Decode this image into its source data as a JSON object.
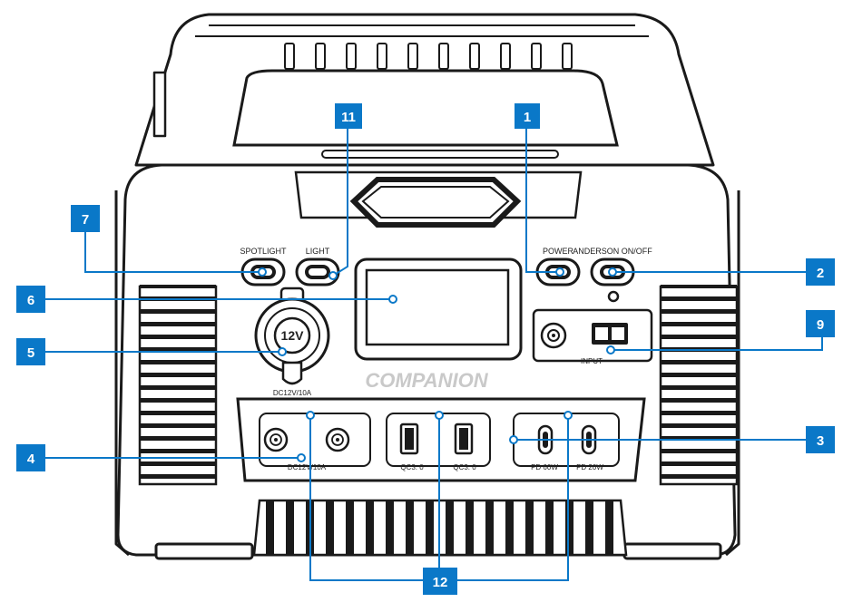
{
  "brand": "COMPANION",
  "colors": {
    "callout_blue": "#0a78c8",
    "outline": "#1a1a1a",
    "body_fill": "#ffffff",
    "brand_text": "#c9c9c9"
  },
  "buttons": {
    "spotlight": "SPOTLIGHT",
    "light": "LIGHT",
    "power": "POWER",
    "anderson": "ANDERSON ON/OFF"
  },
  "socket_12v": {
    "label": "12V",
    "rating": "DC12V/10A"
  },
  "input_panel": {
    "label": "INPUT"
  },
  "port_groups": {
    "dc": {
      "label": "DC12V/10A"
    },
    "qc_left": {
      "label": "QC3. 0"
    },
    "qc_right": {
      "label": "QC3. 0"
    },
    "pd_left": {
      "label": "PD 60W"
    },
    "pd_right": {
      "label": "PD 20W"
    }
  },
  "callouts": {
    "c1": "1",
    "c2": "2",
    "c3": "3",
    "c4": "4",
    "c5": "5",
    "c6": "6",
    "c7": "7",
    "c9": "9",
    "c11": "11",
    "c12": "12"
  }
}
